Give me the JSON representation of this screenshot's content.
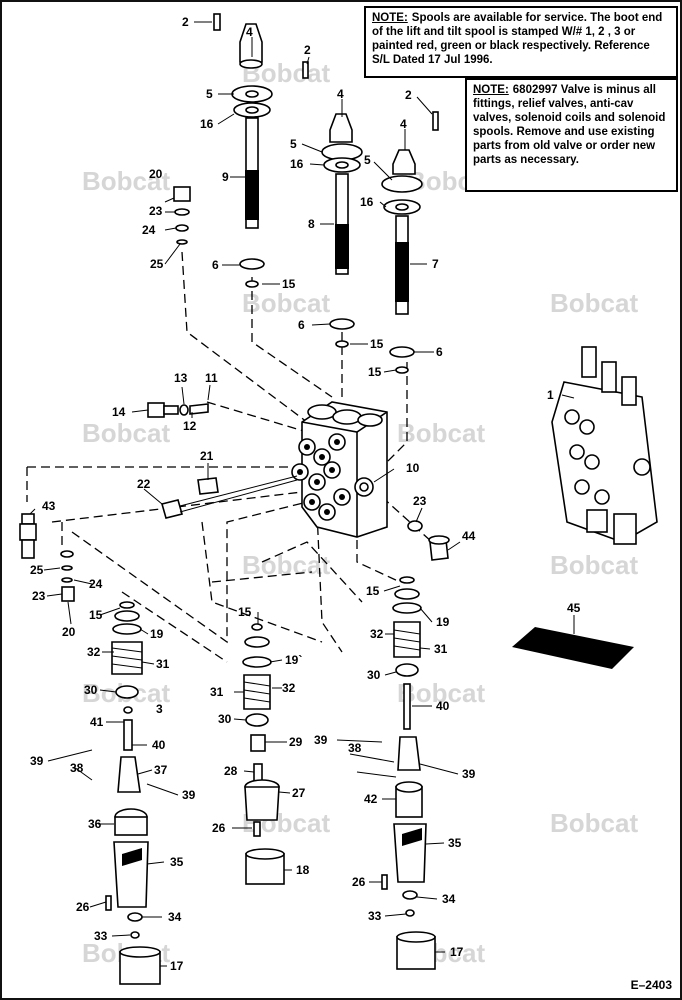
{
  "notes": {
    "note1_lead": "NOTE:",
    "note1_text": "Spools are available for service. The boot end of the lift and tilt spool is stamped W/# 1, 2 , 3 or painted red, green or black respectively. Reference S/L Dated 17 Jul 1996.",
    "note2_lead": "NOTE:",
    "note2_text": "6802997 Valve is minus all fittings, relief valves, anti-cav valves, solenoid coils and solenoid spools. Remove and use existing parts from old valve or order new parts as necessary."
  },
  "watermark": "Bobcat",
  "figure_id": "E–2403",
  "callouts": {
    "c1": "1",
    "c2": "2",
    "c3": "3",
    "c4": "4",
    "c5": "5",
    "c6": "6",
    "c7": "7",
    "c8": "8",
    "c9": "9",
    "c10": "10",
    "c11": "11",
    "c12": "12",
    "c13": "13",
    "c14": "14",
    "c15": "15",
    "c16": "16",
    "c17": "17",
    "c18": "18",
    "c19": "19",
    "c19b": "19`",
    "c20": "20",
    "c21": "21",
    "c22": "22",
    "c23": "23",
    "c24": "24",
    "c25": "25",
    "c26": "26",
    "c27": "27",
    "c28": "28",
    "c29": "29",
    "c30": "30",
    "c31": "31",
    "c32": "32",
    "c33": "33",
    "c34": "34",
    "c35": "35",
    "c36": "36",
    "c37": "37",
    "c38": "38",
    "c39": "39",
    "c40": "40",
    "c41": "41",
    "c42": "42",
    "c43": "43",
    "c44": "44",
    "c45": "45"
  },
  "colors": {
    "ink": "#000000",
    "watermark": "#d6d6d6",
    "paper": "#ffffff"
  }
}
